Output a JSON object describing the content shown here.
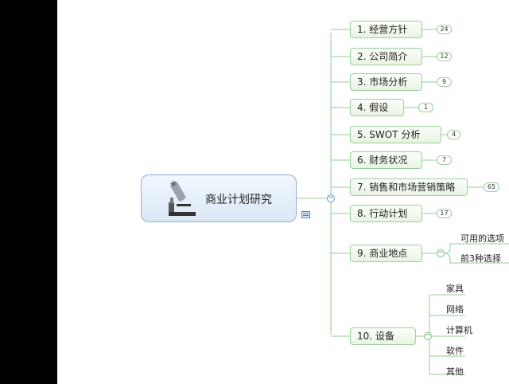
{
  "central": {
    "title": "商业计划研究",
    "icon": "microscope-icon"
  },
  "branches": [
    {
      "label": "1. 经营方针",
      "count": "24"
    },
    {
      "label": "2. 公司简介",
      "count": "12"
    },
    {
      "label": "3. 市场分析",
      "count": "9"
    },
    {
      "label": "4. 假设",
      "count": "1"
    },
    {
      "label": "5. SWOT 分析",
      "count": "4"
    },
    {
      "label": "6. 财务状况",
      "count": "7"
    },
    {
      "label": "7. 销售和市场营销策略",
      "count": "65"
    },
    {
      "label": "8. 行动计划",
      "count": "17"
    },
    {
      "label": "9. 商业地点",
      "children": [
        "可用的选项",
        "前3种选择"
      ]
    },
    {
      "label": "10. 设备",
      "children": [
        "家具",
        "网络",
        "计算机",
        "软件",
        "其他"
      ]
    }
  ],
  "toggle_symbol": "−",
  "colors": {
    "branch_border": "#9ccf9e",
    "connector": "#8fcf92",
    "central_border": "#8fb1d6"
  }
}
